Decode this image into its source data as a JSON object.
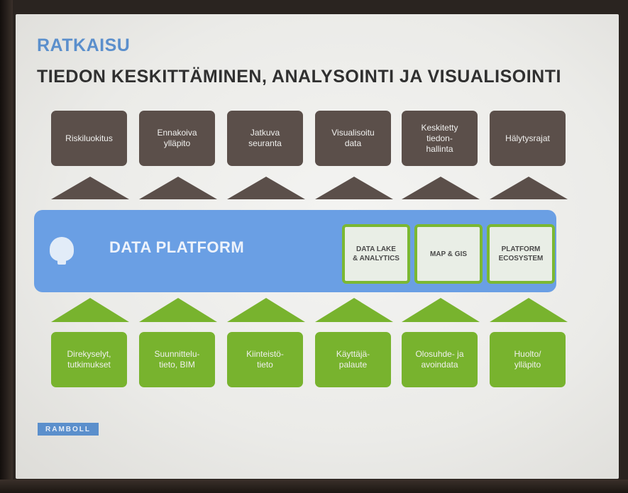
{
  "title": "RATKAISU",
  "subtitle": "TIEDON KESKITTÄMINEN, ANALYSOINTI JA VISUALISOINTI",
  "top_boxes": [
    {
      "label": "Riskiluokitus"
    },
    {
      "label": "Ennakoiva\nylläpito"
    },
    {
      "label": "Jatkuva\nseuranta"
    },
    {
      "label": "Visualisoitu\ndata"
    },
    {
      "label": "Keskitetty\ntiedon-\nhallinta"
    },
    {
      "label": "Hälytysrajat"
    }
  ],
  "platform": {
    "label": "DATA PLATFORM",
    "icon": "lightbulb-icon",
    "modules": [
      {
        "label": "DATA LAKE\n& ANALYTICS"
      },
      {
        "label": "MAP & GIS"
      },
      {
        "label": "PLATFORM\nECOSYSTEM"
      }
    ]
  },
  "bottom_boxes": [
    {
      "label": "Direkyselyt,\ntutkimukset"
    },
    {
      "label": "Suunnittelu-\ntieto, BIM"
    },
    {
      "label": "Kiinteistö-\ntieto"
    },
    {
      "label": "Käyttäjä-\npalaute"
    },
    {
      "label": "Olosuhde- ja\navoindata"
    },
    {
      "label": "Huolto/\nylläpito"
    }
  ],
  "logo": {
    "text": "RAMBOLL"
  },
  "colors": {
    "title_blue": "#5b8fcc",
    "dark_box": "#5b4f4a",
    "green": "#78b32e",
    "platform_blue": "#6a9fe4"
  }
}
